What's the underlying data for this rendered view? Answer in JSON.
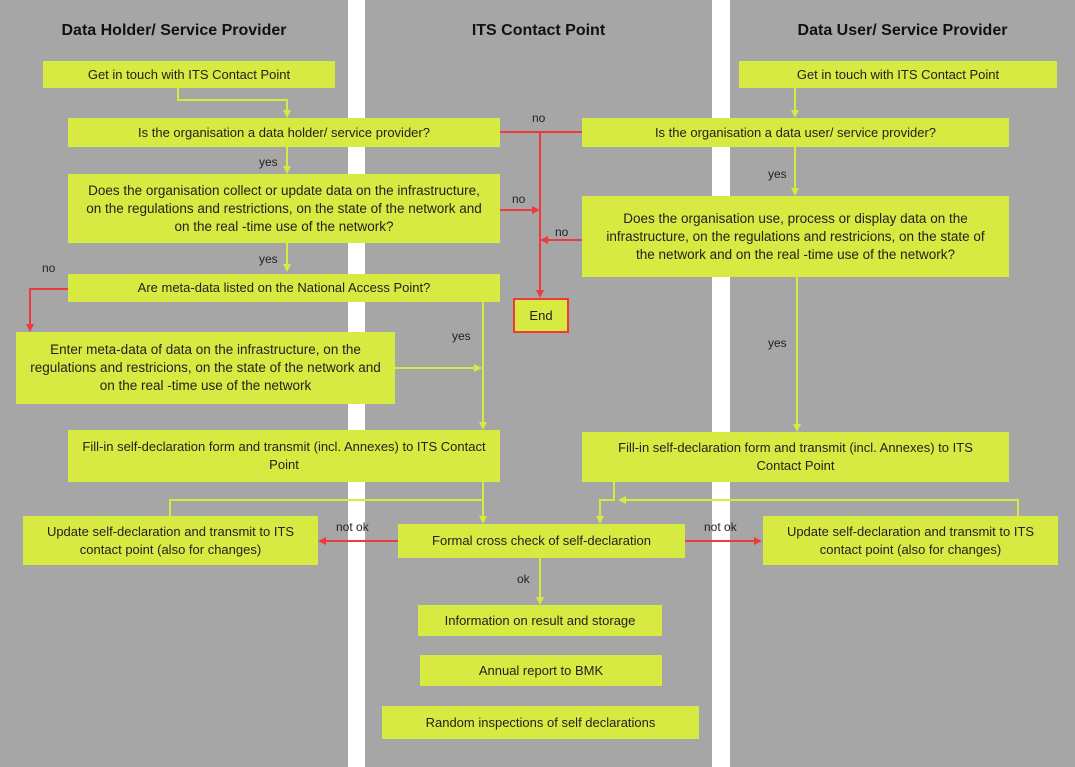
{
  "lanes": {
    "left": "Data Holder/ Service Provider",
    "center": "ITS Contact Point",
    "right": "Data User/ Service Provider"
  },
  "boxes": {
    "l_contact": "Get in touch with ITS Contact Point",
    "l_is_holder": "Is the organisation a data holder/ service provider?",
    "l_collect": "Does the organisation collect or update data on the infrastructure, on the regulations and restrictions, on the state of the network and on the real -time use of the network?",
    "l_meta_listed": "Are meta-data listed on the National Access Point?",
    "l_enter_meta": "Enter meta-data of data on the infrastructure, on the regulations and restricions, on the state of the network and on the real -time use of the network",
    "l_fill_form": "Fill-in self-declaration form and transmit (incl. Annexes) to ITS Contact Point",
    "l_update": "Update self-declaration and transmit to ITS contact point (also for changes)",
    "c_end": "End",
    "c_check": "Formal cross check of self-declaration",
    "c_info": "Information on result and storage",
    "c_report": "Annual report to BMK",
    "c_random": "Random inspections of self declarations",
    "r_contact": "Get in touch with ITS Contact Point",
    "r_is_user": "Is the organisation a data user/ service provider?",
    "r_use": "Does the organisation use, process or display data on the infrastructure, on the regulations and restricions, on the state of the network and on the real -time use of the network?",
    "r_fill_form": "Fill-in self-declaration form and transmit (incl. Annexes) to ITS Contact Point",
    "r_update": "Update self-declaration and transmit to ITS contact point (also for changes)"
  },
  "labels": {
    "no_top": "no",
    "yes_1": "yes",
    "no_collect": "no",
    "no_use": "no",
    "yes_2": "yes",
    "no_meta": "no",
    "yes_meta": "yes",
    "yes_right_top": "yes",
    "yes_right_mid": "yes",
    "notok_left": "not ok",
    "notok_right": "not ok",
    "ok": "ok"
  },
  "colors": {
    "lane": "#a6a6a6",
    "box": "#d6ea42",
    "yes_arrow": "#d6ea42",
    "no_arrow": "#ee3a3a"
  }
}
